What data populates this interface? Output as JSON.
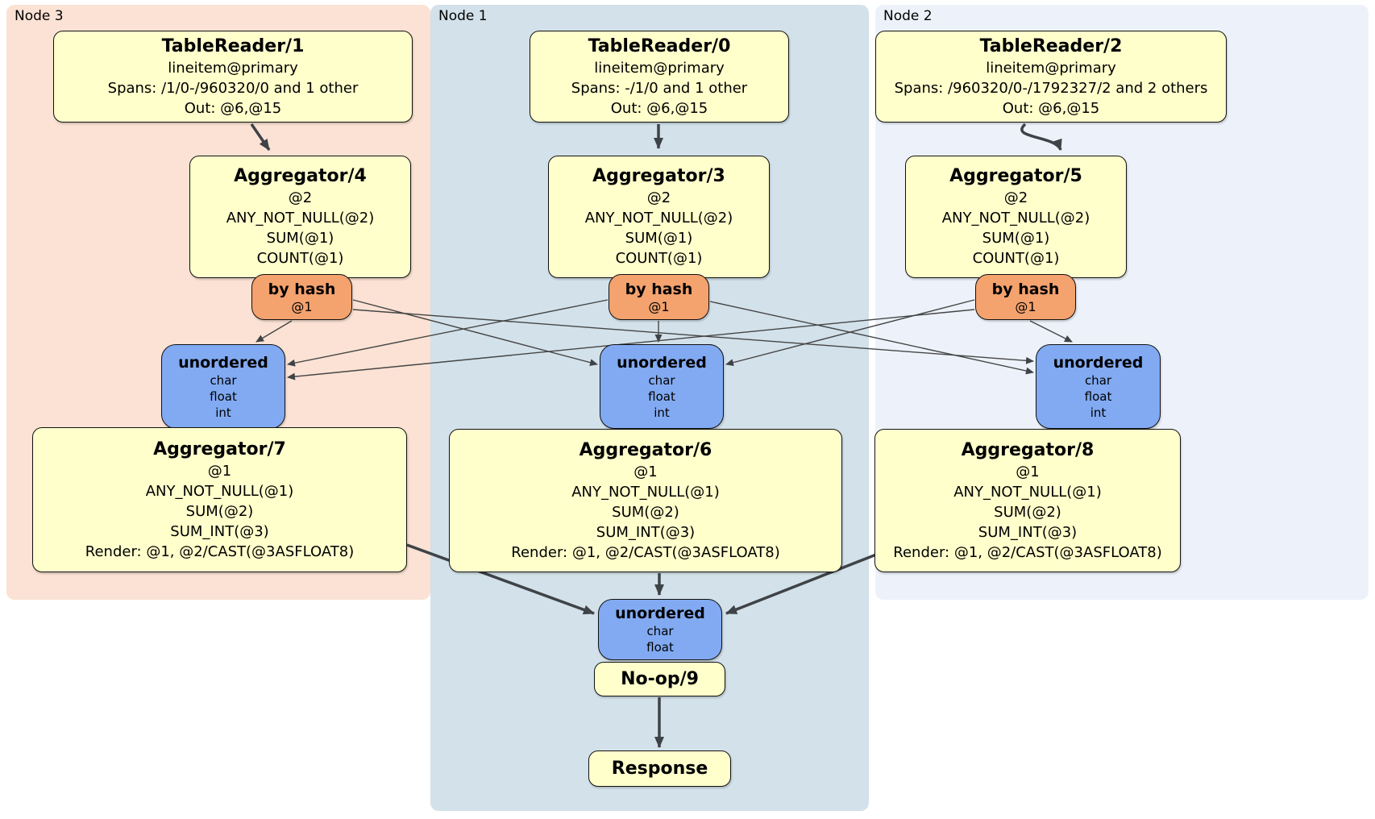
{
  "regions": [
    {
      "label": "Node 3"
    },
    {
      "label": "Node 1"
    },
    {
      "label": "Node 2"
    }
  ],
  "nodes": {
    "tr1": {
      "title": "TableReader/1",
      "lines": [
        "lineitem@primary",
        "Spans: /1/0-/960320/0 and 1 other",
        "Out: @6,@15"
      ]
    },
    "tr0": {
      "title": "TableReader/0",
      "lines": [
        "lineitem@primary",
        "Spans: -/1/0 and 1 other",
        "Out: @6,@15"
      ]
    },
    "tr2": {
      "title": "TableReader/2",
      "lines": [
        "lineitem@primary",
        "Spans: /960320/0-/1792327/2 and 2 others",
        "Out: @6,@15"
      ]
    },
    "agg4": {
      "title": "Aggregator/4",
      "lines": [
        "@2",
        "ANY_NOT_NULL(@2)",
        "SUM(@1)",
        "COUNT(@1)"
      ]
    },
    "agg3": {
      "title": "Aggregator/3",
      "lines": [
        "@2",
        "ANY_NOT_NULL(@2)",
        "SUM(@1)",
        "COUNT(@1)"
      ]
    },
    "agg5": {
      "title": "Aggregator/5",
      "lines": [
        "@2",
        "ANY_NOT_NULL(@2)",
        "SUM(@1)",
        "COUNT(@1)"
      ]
    },
    "bh4": {
      "title": "by hash",
      "lines": [
        "@1"
      ]
    },
    "bh3": {
      "title": "by hash",
      "lines": [
        "@1"
      ]
    },
    "bh5": {
      "title": "by hash",
      "lines": [
        "@1"
      ]
    },
    "un7": {
      "title": "unordered",
      "lines": [
        "char",
        "float",
        "int"
      ]
    },
    "un6": {
      "title": "unordered",
      "lines": [
        "char",
        "float",
        "int"
      ]
    },
    "un8": {
      "title": "unordered",
      "lines": [
        "char",
        "float",
        "int"
      ]
    },
    "agg7": {
      "title": "Aggregator/7",
      "lines": [
        "@1",
        "ANY_NOT_NULL(@1)",
        "SUM(@2)",
        "SUM_INT(@3)",
        "Render: @1, @2/CAST(@3ASFLOAT8)"
      ]
    },
    "agg6": {
      "title": "Aggregator/6",
      "lines": [
        "@1",
        "ANY_NOT_NULL(@1)",
        "SUM(@2)",
        "SUM_INT(@3)",
        "Render: @1, @2/CAST(@3ASFLOAT8)"
      ]
    },
    "agg8": {
      "title": "Aggregator/8",
      "lines": [
        "@1",
        "ANY_NOT_NULL(@1)",
        "SUM(@2)",
        "SUM_INT(@3)",
        "Render: @1, @2/CAST(@3ASFLOAT8)"
      ]
    },
    "unf": {
      "title": "unordered",
      "lines": [
        "char",
        "float"
      ]
    },
    "noop": {
      "title": "No-op/9",
      "lines": []
    },
    "resp": {
      "title": "Response",
      "lines": []
    }
  },
  "colors": {
    "processor_fill": "#ffffcc",
    "router_fill": "#f4a26e",
    "sync_fill": "#82aaf2",
    "node3_region": "#fbe2d4",
    "node1_region": "#d3e1ea",
    "node2_region": "#edf2fa",
    "edge": "#3f4347"
  }
}
